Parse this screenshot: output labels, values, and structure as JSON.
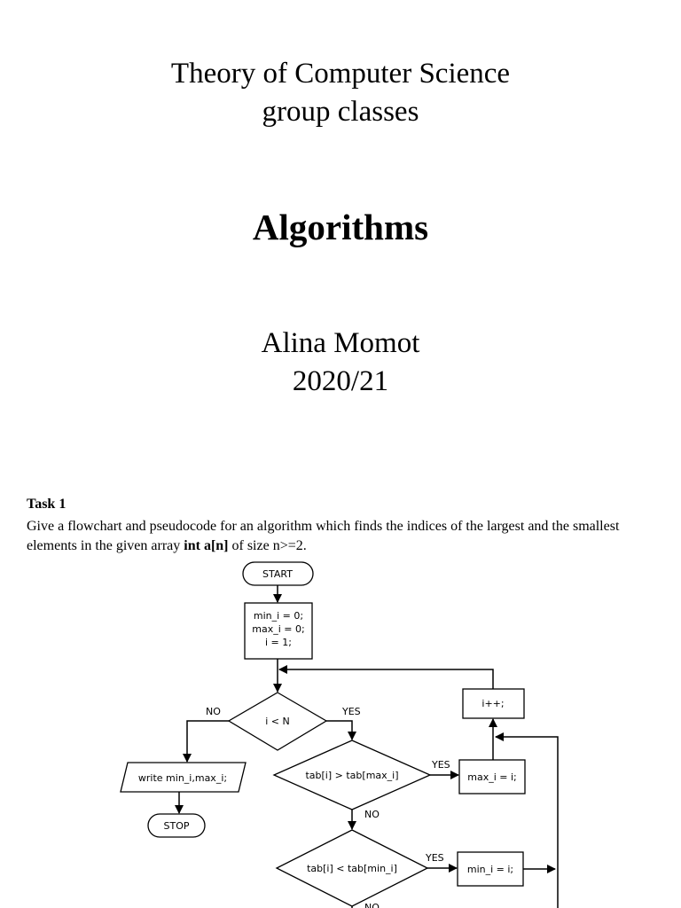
{
  "header": {
    "course_line1": "Theory of Computer Science",
    "course_line2": "group classes",
    "title": "Algorithms",
    "author": "Alina Momot",
    "year": "2020/21"
  },
  "task": {
    "heading": "Task 1",
    "text_before": "Give a flowchart and pseudocode for an algorithm which finds the indices of the largest and the smallest elements in the given array ",
    "code": "int a[n]",
    "text_after": " of size n>=2."
  },
  "flowchart": {
    "start": "START",
    "init_1": "min_i = 0;",
    "init_2": "max_i = 0;",
    "init_3": "i = 1;",
    "cond_loop": "i < N",
    "increment": "i++;",
    "cond_max": "tab[i] > tab[max_i]",
    "assign_max": "max_i = i;",
    "cond_min": "tab[i] < tab[min_i]",
    "assign_min": "min_i = i;",
    "output": "write min_i,max_i;",
    "stop": "STOP",
    "label_yes": "YES",
    "label_no": "NO"
  }
}
